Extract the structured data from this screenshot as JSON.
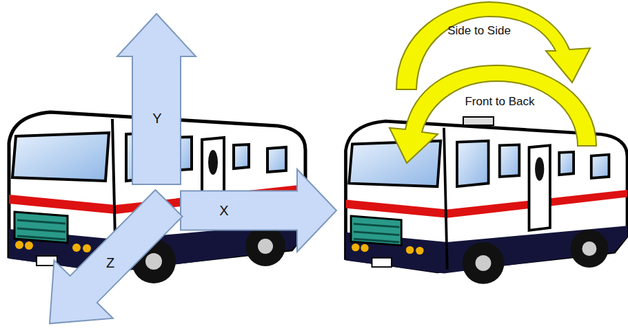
{
  "diagram": {
    "nodes": [
      {
        "text": [
          "Y"
        ]
      },
      {
        "text": [
          "X"
        ]
      },
      {
        "text": [
          "Z"
        ]
      }
    ],
    "labels": [
      "Side to Side",
      "Front to Back"
    ]
  }
}
